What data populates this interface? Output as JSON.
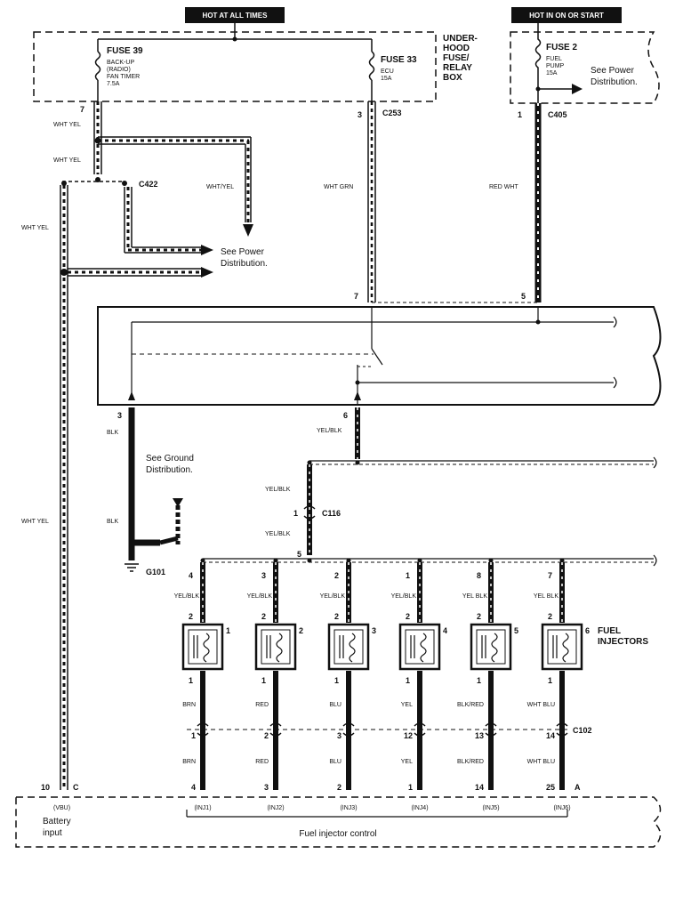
{
  "headers": {
    "left": "HOT AT ALL TIMES",
    "right": "HOT IN ON OR START"
  },
  "fusebox": {
    "name_lines": [
      "UNDER-",
      "HOOD",
      "FUSE/",
      "RELAY",
      "BOX"
    ],
    "fuse39": {
      "title": "FUSE 39",
      "lines": [
        "BACK-UP",
        "(RADIO)",
        "FAN TIMER",
        "7.5A"
      ]
    },
    "fuse33": {
      "title": "FUSE 33",
      "lines": [
        "ECU",
        "15A"
      ]
    },
    "fuse2": {
      "title": "FUSE 2",
      "lines": [
        "FUEL",
        "PUMP",
        "15A"
      ]
    },
    "power_note_lines": [
      "See Power",
      "Distribution."
    ]
  },
  "connectors": {
    "c253": "C253",
    "c405": "C405",
    "c422": "C422",
    "c116": "C116",
    "c102": "C102",
    "g101": "G101"
  },
  "pins": {
    "p7a": "7",
    "p3a": "3",
    "p1a": "1",
    "p7b": "7",
    "p5b": "5",
    "p3c": "3",
    "p6c": "6",
    "c116_top": "1",
    "c116_bot": "5",
    "p10": "10",
    "pC": "C",
    "pA": "A"
  },
  "wires": {
    "wht_yel": "WHT YEL",
    "wht_yel_slash": "WHT/YEL",
    "wht_grn": "WHT GRN",
    "red_wht": "RED WHT",
    "blk": "BLK",
    "yel_blk": "YEL/BLK"
  },
  "notes": {
    "power1_lines": [
      "See Power",
      "Distribution."
    ],
    "ground_lines": [
      "See Ground",
      "Distribution."
    ],
    "injectors_lines": [
      "FUEL",
      "INJECTORS"
    ]
  },
  "injectors": [
    {
      "num": "1",
      "top_pin": "4",
      "top_wire": "YEL/BLK",
      "bot_wire": "BRN",
      "c102_pin": "1",
      "ecu_pin": "4",
      "ecu_label": "(INJ1)"
    },
    {
      "num": "2",
      "top_pin": "3",
      "top_wire": "YEL/BLK",
      "bot_wire": "RED",
      "c102_pin": "2",
      "ecu_pin": "3",
      "ecu_label": "(INJ2)"
    },
    {
      "num": "3",
      "top_pin": "2",
      "top_wire": "YEL/BLK",
      "bot_wire": "BLU",
      "c102_pin": "3",
      "ecu_pin": "2",
      "ecu_label": "(INJ3)"
    },
    {
      "num": "4",
      "top_pin": "1",
      "top_wire": "YEL/BLK",
      "bot_wire": "YEL",
      "c102_pin": "12",
      "ecu_pin": "1",
      "ecu_label": "(INJ4)"
    },
    {
      "num": "5",
      "top_pin": "8",
      "top_wire": "YEL BLK",
      "bot_wire": "BLK/RED",
      "c102_pin": "13",
      "ecu_pin": "14",
      "ecu_label": "(INJ5)"
    },
    {
      "num": "6",
      "top_pin": "7",
      "top_wire": "YEL BLK",
      "bot_wire": "WHT BLU",
      "c102_pin": "14",
      "ecu_pin": "25",
      "ecu_label": "(INJ6)"
    }
  ],
  "ecu": {
    "vbu_label": "(VBU)",
    "battery_lines": [
      "Battery",
      "input"
    ],
    "control": "Fuel injector control"
  }
}
